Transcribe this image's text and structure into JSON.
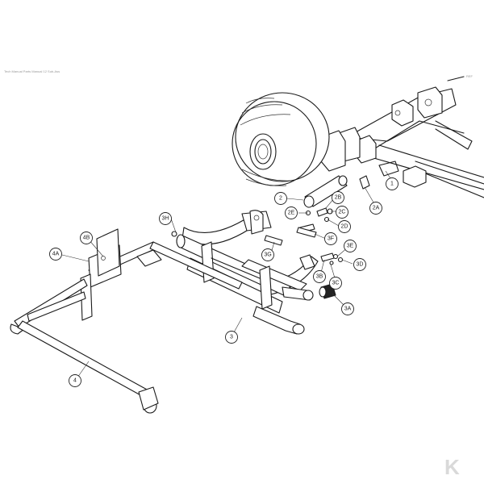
{
  "header_fragment": "Tech Manual Parts Manual 12 Sub-Ass",
  "corner_fragment": "REF",
  "logo_letter": "K",
  "callouts": [
    {
      "id": "c1",
      "label": "1"
    },
    {
      "id": "c2",
      "label": "2"
    },
    {
      "id": "c2A",
      "label": "2A"
    },
    {
      "id": "c2B",
      "label": "2B"
    },
    {
      "id": "c2C",
      "label": "2C"
    },
    {
      "id": "c2D",
      "label": "2D"
    },
    {
      "id": "c2E",
      "label": "2E"
    },
    {
      "id": "c3",
      "label": "3"
    },
    {
      "id": "c3A",
      "label": "3A"
    },
    {
      "id": "c3B",
      "label": "3B"
    },
    {
      "id": "c3C",
      "label": "3C"
    },
    {
      "id": "c3D",
      "label": "3D"
    },
    {
      "id": "c3E",
      "label": "3E"
    },
    {
      "id": "c3F",
      "label": "3F"
    },
    {
      "id": "c3G",
      "label": "3G"
    },
    {
      "id": "c3H",
      "label": "3H"
    },
    {
      "id": "c4",
      "label": "4"
    },
    {
      "id": "c4A",
      "label": "4A"
    },
    {
      "id": "c4B",
      "label": "4B"
    }
  ]
}
